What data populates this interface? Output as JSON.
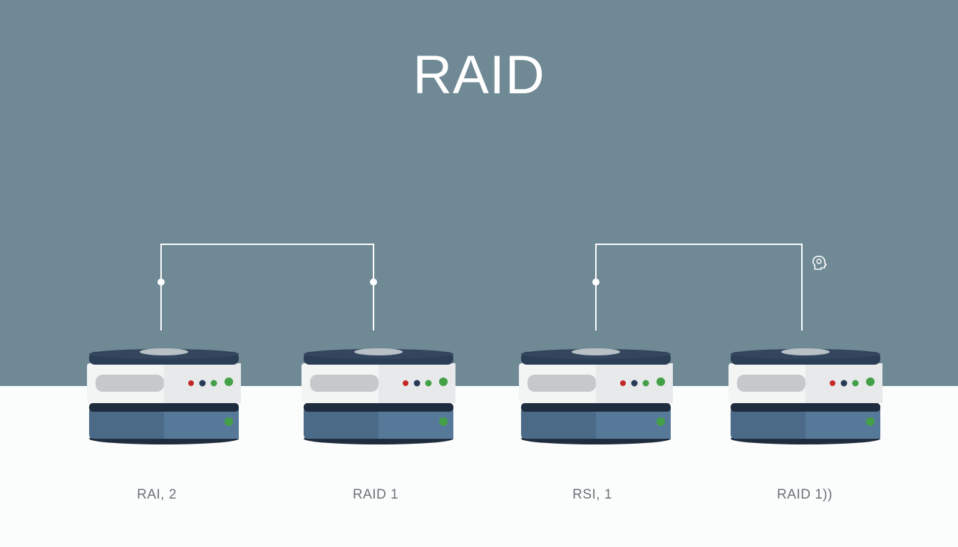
{
  "title": "RAID",
  "drives": [
    {
      "label": "RAI, 2",
      "icon": "hard-drive-icon"
    },
    {
      "label": "RAID 1",
      "icon": "hard-drive-icon"
    },
    {
      "label": "RSI, 1",
      "icon": "hard-drive-icon"
    },
    {
      "label": "RAID 1))",
      "icon": "hard-drive-icon"
    }
  ],
  "connections": [
    {
      "from": "RAI, 2",
      "to": "RAID 1"
    },
    {
      "from": "RSI, 1",
      "to": "RAID 1))"
    }
  ],
  "colors": {
    "background_top": "#6f8995",
    "background_bottom": "#fbfcfc",
    "drive_cap": "#2c3e55",
    "drive_panel": "#f3f4f4",
    "drive_base": "#4a6a87",
    "led_red": "#c62828",
    "led_navy": "#2a3b58",
    "led_green": "#43a047"
  },
  "decor_icon": "head-gear-icon"
}
